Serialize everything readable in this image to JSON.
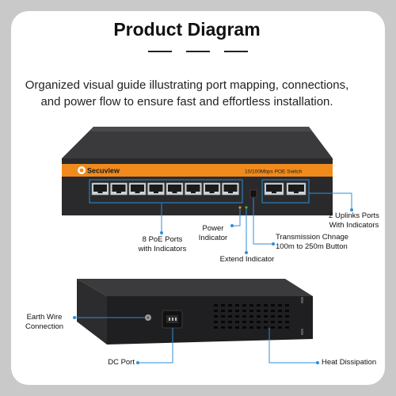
{
  "header": {
    "title": "Product Diagram",
    "subtitle_line1": "Organized visual guide illustrating port mapping, connections,",
    "subtitle_line2": "and power flow to ensure fast and effortless installation."
  },
  "device": {
    "brand": "Secuview",
    "model_label": "10/100Mbps POE Switch"
  },
  "labels": {
    "poe_ports_line1": "8 PoE Ports",
    "poe_ports_line2": "with Indicators",
    "power_line1": "Power",
    "power_line2": "Indicator",
    "extend": "Extend Indicator",
    "transmission_line1": "Transmission Chnage",
    "transmission_line2": "100m to 250m Button",
    "uplinks_line1": "2 Uplinks Ports",
    "uplinks_line2": "With Indicators",
    "earth_line1": "Earth Wire",
    "earth_line2": "Connection",
    "dc_port": "DC Port",
    "heat": "Heat Dissipation"
  },
  "colors": {
    "accent_orange": "#f08a1c",
    "callout_blue": "#2f8fd8",
    "device_body": "#2a2a2c"
  }
}
